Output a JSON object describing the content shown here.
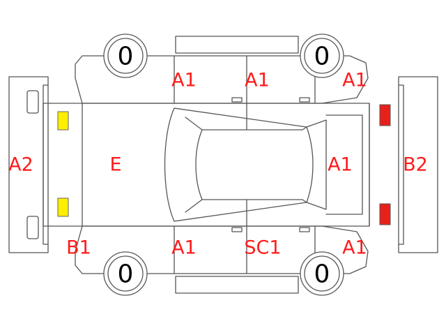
{
  "diagram": {
    "type": "vehicle-condition-chart",
    "labels": {
      "top_left_door": "A1",
      "top_right_door": "A1",
      "top_right_quarter": "A1",
      "front_bumper": "A2",
      "hood": "E",
      "rear_window": "A1",
      "rear_bumper": "B2",
      "front_left_fender": "B1",
      "bottom_left_door": "A1",
      "bottom_right_door": "SC1",
      "bottom_right_quarter": "A1"
    },
    "wheels": {
      "top_left": "0",
      "top_right": "0",
      "bottom_left": "0",
      "bottom_right": "0"
    },
    "colors": {
      "line": "#555555",
      "label": "#ff1a1a",
      "headlight": "#ffee00",
      "taillight": "#e8201a"
    }
  }
}
